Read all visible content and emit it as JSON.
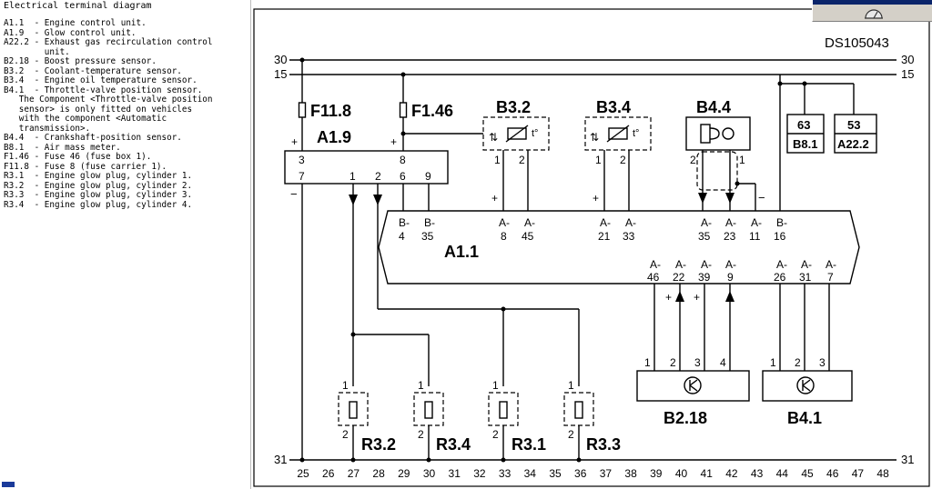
{
  "legend": {
    "title": "Electrical terminal diagram",
    "items": [
      "A1.1  - Engine control unit.",
      "A1.9  - Glow control unit.",
      "A22.2 - Exhaust gas recirculation control",
      "        unit.",
      "B2.18 - Boost pressure sensor.",
      "B3.2  - Coolant-temperature sensor.",
      "B3.4  - Engine oil temperature sensor.",
      "B4.1  - Throttle-valve position sensor.",
      "   The Component <Throttle-valve position",
      "   sensor> is only fitted on vehicles",
      "   with the component <Automatic",
      "   transmission>.",
      "B4.4  - Crankshaft-position sensor.",
      "B8.1  - Air mass meter.",
      "F1.46 - Fuse 46 (fuse box 1).",
      "F11.8 - Fuse 8 (fuse carrier 1).",
      "R3.1  - Engine glow plug, cylinder 1.",
      "R3.2  - Engine glow plug, cylinder 2.",
      "R3.3  - Engine glow plug, cylinder 3.",
      "R3.4  - Engine glow plug, cylinder 4."
    ]
  },
  "toolbar": {
    "icon": "gauge-icon"
  },
  "diagram": {
    "code": "DS105043",
    "rails": {
      "r30": "30",
      "r15": "15",
      "r31": "31"
    },
    "fuses": {
      "f118": "F11.8",
      "f146": "F1.46"
    },
    "glow_unit": {
      "label": "A1.9",
      "plus_left": "+",
      "plus_right": "+",
      "minus": "−",
      "pins": [
        "3",
        "8",
        "7",
        "1",
        "2",
        "6",
        "9"
      ]
    },
    "ecu": {
      "label": "A1.1",
      "top_pins": [
        {
          "p": "B-",
          "n": "4"
        },
        {
          "p": "B-",
          "n": "35"
        },
        {
          "p": "A-",
          "n": "8"
        },
        {
          "p": "A-",
          "n": "45"
        },
        {
          "p": "A-",
          "n": "21"
        },
        {
          "p": "A-",
          "n": "33"
        },
        {
          "p": "A-",
          "n": "35"
        },
        {
          "p": "A-",
          "n": "23"
        },
        {
          "p": "A-",
          "n": "11"
        },
        {
          "p": "B-",
          "n": "16"
        }
      ],
      "bottom_pins": [
        {
          "p": "A-",
          "n": "46"
        },
        {
          "p": "A-",
          "n": "22"
        },
        {
          "p": "A-",
          "n": "39"
        },
        {
          "p": "A-",
          "n": "9"
        },
        {
          "p": "A-",
          "n": "26"
        },
        {
          "p": "A-",
          "n": "31"
        },
        {
          "p": "A-",
          "n": "7"
        }
      ]
    },
    "sensors": {
      "b32": {
        "label": "B3.2",
        "pins": [
          "1",
          "2"
        ],
        "plus": "+",
        "t": "t°"
      },
      "b34": {
        "label": "B3.4",
        "pins": [
          "1",
          "2"
        ],
        "plus": "+",
        "t": "t°"
      },
      "b44": {
        "label": "B4.4",
        "pins": [
          "2",
          "1"
        ],
        "minus": "−"
      },
      "b81": {
        "label": "B8.1",
        "pin": "63"
      },
      "a222": {
        "label": "A22.2",
        "pin": "53"
      },
      "b218": {
        "label": "B2.18",
        "pins": [
          "1",
          "2",
          "3",
          "4"
        ],
        "plus1": "+",
        "plus2": "+"
      },
      "b41": {
        "label": "B4.1",
        "pins": [
          "1",
          "2",
          "3"
        ]
      }
    },
    "glow_plugs": [
      {
        "label": "R3.2",
        "pins": [
          "1",
          "2"
        ]
      },
      {
        "label": "R3.4",
        "pins": [
          "1",
          "2"
        ]
      },
      {
        "label": "R3.1",
        "pins": [
          "1",
          "2"
        ]
      },
      {
        "label": "R3.3",
        "pins": [
          "1",
          "2"
        ]
      }
    ],
    "bottom_numbers": [
      "25",
      "26",
      "27",
      "28",
      "29",
      "30",
      "31",
      "32",
      "33",
      "34",
      "35",
      "36",
      "37",
      "38",
      "39",
      "40",
      "41",
      "42",
      "43",
      "44",
      "45",
      "46",
      "47",
      "48"
    ]
  }
}
